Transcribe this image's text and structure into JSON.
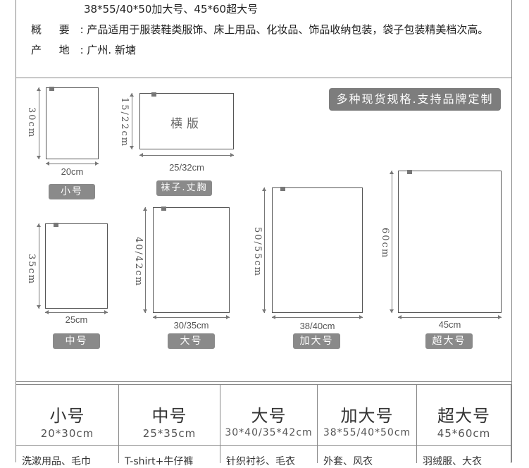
{
  "info": {
    "line0": "38*55/40*50加大号、45*60超大号",
    "desc_key": "概 要",
    "desc_val": "产品适用于服装鞋类服饰、床上用品、化妆品、饰品收纳包装，袋子包装精美档次高。",
    "origin_key": "产 地",
    "origin_val": "广州. 新塘",
    "colon": ":"
  },
  "banner": "多种现货规格.支持品牌定制",
  "bags": {
    "small": {
      "tag": "小号",
      "w": "20cm",
      "h": "30cm"
    },
    "landscape": {
      "tag": "袜子.丈胸",
      "w": "25/32cm",
      "h": "15/22cm",
      "inner": "横版"
    },
    "medium": {
      "tag": "中号",
      "w": "25cm",
      "h": "35cm"
    },
    "large": {
      "tag": "大号",
      "w": "30/35cm",
      "h": "40/42cm"
    },
    "xlarge": {
      "tag": "加大号",
      "w": "38/40cm",
      "h": "50/55cm"
    },
    "xxlarge": {
      "tag": "超大号",
      "w": "45cm",
      "h": "60cm"
    }
  },
  "table": [
    {
      "name": "小号",
      "size": "20*30cm",
      "use": "洗漱用品、毛巾"
    },
    {
      "name": "中号",
      "size": "25*35cm",
      "use": "T-shirt+牛仔裤"
    },
    {
      "name": "大号",
      "size": "30*40/35*42cm",
      "use": "针织衬衫、毛衣"
    },
    {
      "name": "加大号",
      "size": "38*55/40*50cm",
      "use": "外套、风衣"
    },
    {
      "name": "超大号",
      "size": "45*60cm",
      "use": "羽绒服、大衣"
    }
  ]
}
